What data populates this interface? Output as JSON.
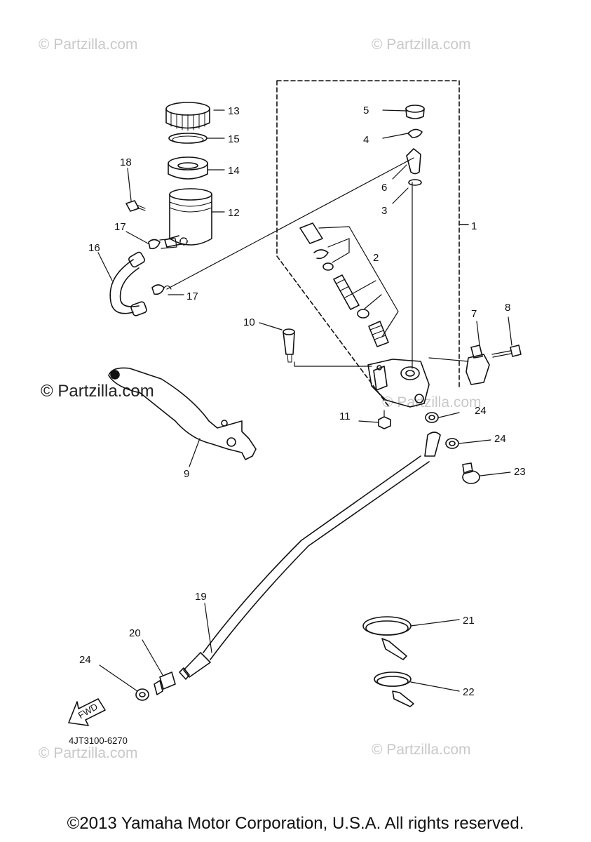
{
  "watermarks": {
    "top_left": "© Partzilla.com",
    "top_right": "© Partzilla.com",
    "middle_left": "© Partzilla.com",
    "middle_right": "© Partzilla.com",
    "bottom_left": "© Partzilla.com",
    "bottom_right": "© Partzilla.com"
  },
  "callouts": [
    "1",
    "2",
    "3",
    "4",
    "5",
    "6",
    "7",
    "8",
    "9",
    "10",
    "11",
    "12",
    "13",
    "14",
    "15",
    "16",
    "17",
    "17",
    "18",
    "19",
    "20",
    "21",
    "22",
    "23",
    "24",
    "24",
    "24"
  ],
  "fwd_label": "FWD",
  "diagram_code": "4JT3100-6270",
  "copyright": "©2013 Yamaha Motor Corporation, U.S.A. All rights reserved.",
  "colors": {
    "line": "#111111",
    "watermark": "#c9c9c9"
  }
}
